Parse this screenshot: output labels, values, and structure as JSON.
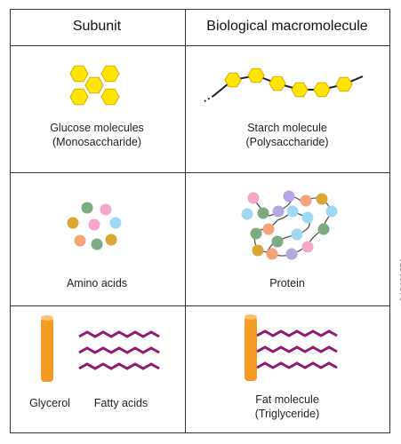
{
  "headers": {
    "subunit": "Subunit",
    "macromolecule": "Biological macromolecule"
  },
  "rows": [
    {
      "subunit": {
        "line1": "Glucose molecules",
        "line2": "(Monosaccharide)"
      },
      "macro": {
        "line1": "Starch molecule",
        "line2": "(Polysaccharide)"
      }
    },
    {
      "subunit": {
        "line1": "Amino acids"
      },
      "macro": {
        "line1": "Protein"
      }
    },
    {
      "subunit": {
        "left": "Glycerol",
        "right": "Fatty acids"
      },
      "macro": {
        "line1": "Fat molecule",
        "line2": "(Triglyceride)"
      }
    }
  ],
  "stock_id": "642431251",
  "colors": {
    "glucose_fill": "#FFE600",
    "glucose_stroke": "#E0A800",
    "glycerol": "#F59A23",
    "fatty_acid": "#8E1B74",
    "amino_green": "#7DAA80",
    "amino_pink": "#F6A6C9",
    "amino_blue": "#9FD8F5",
    "amino_orange": "#F5A47A",
    "amino_gold": "#D9A533",
    "amino_purple": "#B6A6E2"
  }
}
